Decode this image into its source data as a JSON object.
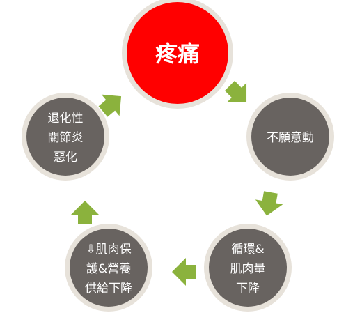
{
  "colors": {
    "highlight_fill": "#ff0000",
    "node_fill": "#686360",
    "node_ring": "#e7e2da",
    "arrow": "#8bb23d",
    "label": "#ffffff"
  },
  "nodes": [
    {
      "lines": [
        "疼痛"
      ]
    },
    {
      "lines": [
        "不願意動"
      ]
    },
    {
      "lines": [
        "循環&",
        "肌肉量",
        "下降"
      ]
    },
    {
      "lines": [
        "⇩肌肉保",
        "護&營養",
        "供給下降"
      ]
    },
    {
      "lines": [
        "退化性",
        "關節炎",
        "惡化"
      ]
    }
  ]
}
